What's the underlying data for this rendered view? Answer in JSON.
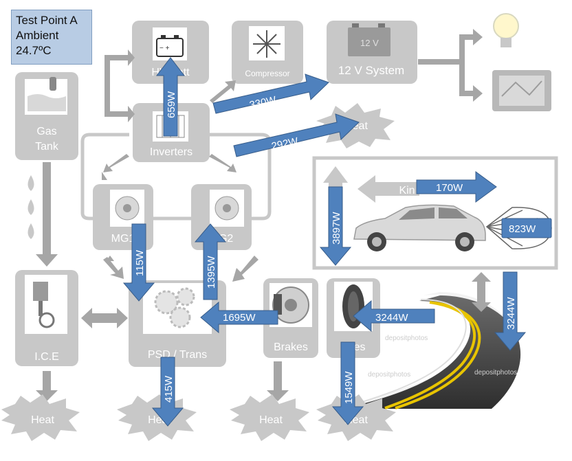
{
  "test_point": {
    "title": "Test Point A",
    "condition": "Ambient",
    "temperature": "24.7ºC"
  },
  "components": {
    "hv_battery": "HV Batt",
    "compressor": "Compressor",
    "twelve_volt": "12 V System",
    "twelve_volt_battery_label": "12 V",
    "gas_tank_line1": "Gas",
    "gas_tank_line2": "Tank",
    "inverters": "Inverters",
    "mg1": "MG1",
    "mg2": "MG2",
    "ice": "I.C.E",
    "psd_trans": "PSD / Trans",
    "brakes": "Brakes",
    "tires": "Tires",
    "kinetic": "Kin"
  },
  "heat_labels": [
    "Heat",
    "Heat",
    "Heat",
    "Heat",
    "Heat"
  ],
  "flows": {
    "hv_batt_vertical": "659W",
    "to_12v": "330W",
    "inverter_heat": "292W",
    "mg1_down": "115W",
    "mg2_up": "1395W",
    "brakes_to_psd": "1695W",
    "road_to_tires": "3244W",
    "road_down": "3244W",
    "car_vertical": "3897W",
    "kinetic": "170W",
    "aero": "823W",
    "psd_heat": "415W",
    "tire_heat": "1549W"
  },
  "watermark": "depositphotos",
  "colors": {
    "flow_arrow": "#4f81bd",
    "flow_arrow_border": "#385d8a",
    "gray_block": "#c8c8c8",
    "gray_arrow": "#a6a6a6",
    "info_box": "#b8cce4",
    "road": "#3a3a3a",
    "road_line": "#e8c400"
  }
}
